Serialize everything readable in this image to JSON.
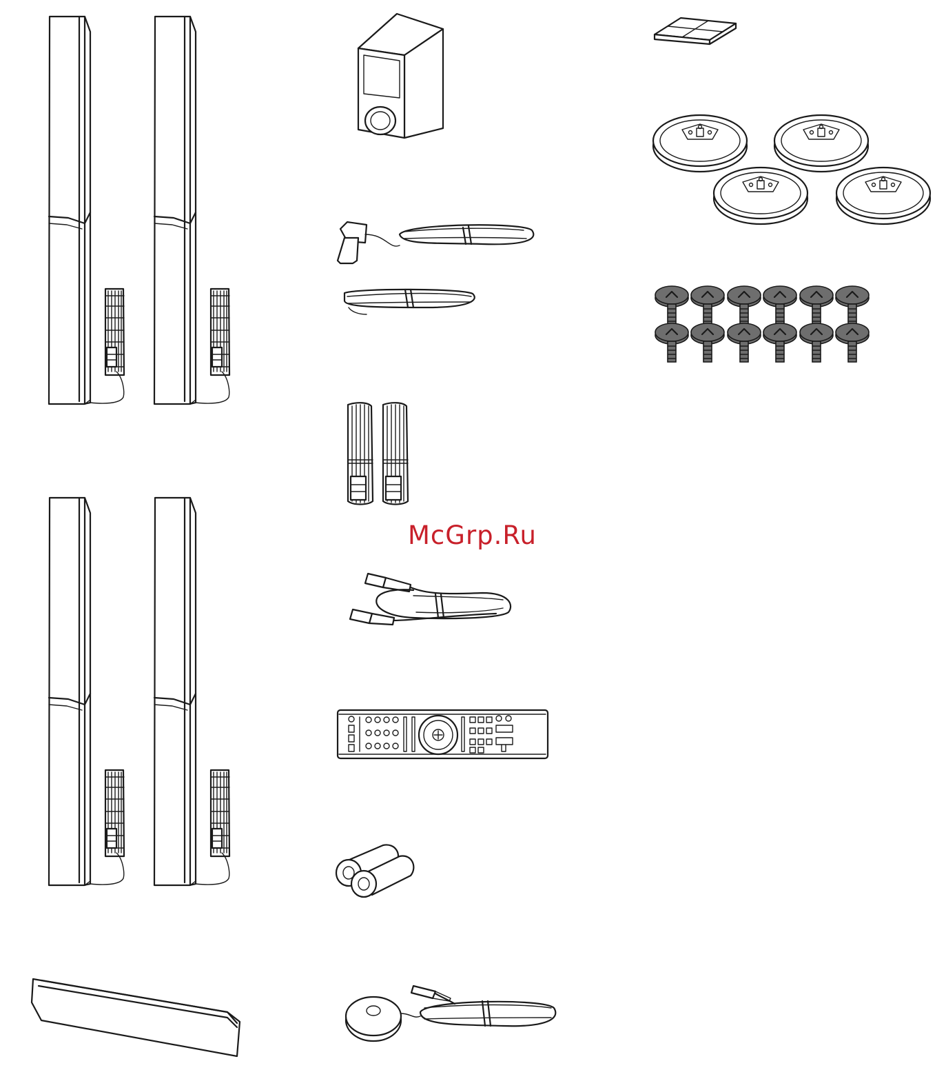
{
  "watermark": {
    "text": "McGrp.Ru",
    "color": "#c8202a"
  },
  "colors": {
    "line": "#1a1a1a",
    "fill": "#ffffff",
    "shade": "#6e6e6e"
  },
  "items": [
    {
      "name": "front-tall-speaker",
      "count": 2
    },
    {
      "name": "surround-tall-speaker",
      "count": 2
    },
    {
      "name": "center-speaker",
      "count": 1
    },
    {
      "name": "subwoofer",
      "count": 1
    },
    {
      "name": "fm-antenna",
      "count": 1
    },
    {
      "name": "am-antenna-wire",
      "count": 1
    },
    {
      "name": "speaker-cable",
      "count": 2
    },
    {
      "name": "rca-audio-cable",
      "count": 1
    },
    {
      "name": "remote-control",
      "count": 1
    },
    {
      "name": "aa-battery",
      "count": 2
    },
    {
      "name": "calibration-microphone",
      "count": 1
    },
    {
      "name": "foot-pad-sheet",
      "count": 1
    },
    {
      "name": "speaker-base",
      "count": 4
    },
    {
      "name": "screw",
      "count": 12
    }
  ]
}
